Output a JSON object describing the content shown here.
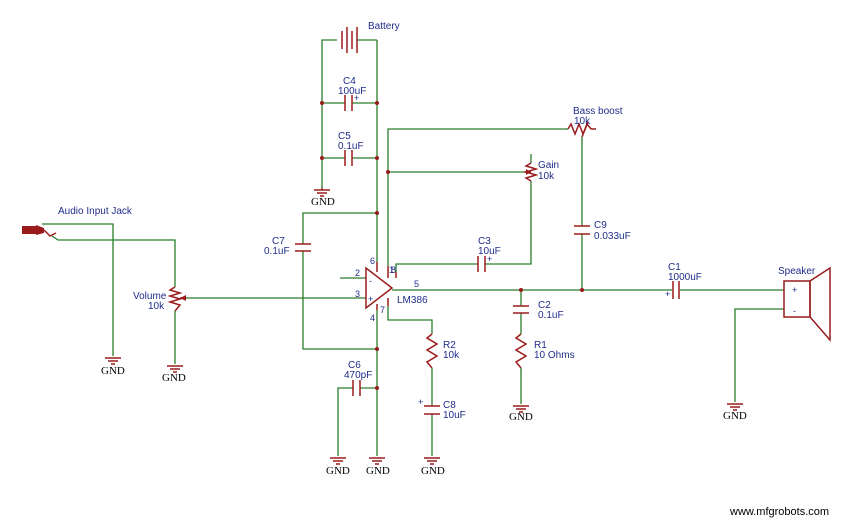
{
  "labels": {
    "battery": "Battery",
    "c4_name": "C4",
    "c4_value": "100uF",
    "c5_name": "C5",
    "c5_value": "0.1uF",
    "bass_name": "Bass boost",
    "bass_value": "10k",
    "gain_name": "Gain",
    "gain_value": "10k",
    "c9_name": "C9",
    "c9_value": "0.033uF",
    "audio_jack": "Audio Input Jack",
    "c7_name": "C7",
    "c7_value": "0.1uF",
    "c3_name": "C3",
    "c3_value": "10uF",
    "c1_name": "C1",
    "c1_value": "1000uF",
    "speaker": "Speaker",
    "volume_name": "Volume",
    "volume_value": "10k",
    "ic_name": "LM386",
    "c2_name": "C2",
    "c2_value": "0.1uF",
    "r2_name": "R2",
    "r2_value": "10k",
    "r1_name": "R1",
    "r1_value": "10 Ohms",
    "c6_name": "C6",
    "c6_value": "470pF",
    "c8_name": "C8",
    "c8_value": "10uF",
    "gnd": "GND",
    "watermark": "www.mfgrobots.com"
  },
  "pins": {
    "p1": "1",
    "p2": "2",
    "p3": "3",
    "p4": "4",
    "p5": "5",
    "p6": "6",
    "p7": "7",
    "p8": "8",
    "plus": "+",
    "minus": "-"
  },
  "colors": {
    "wire": "#2a7d2a",
    "component": "#9a1b1b",
    "label": "#1f2d8a"
  }
}
